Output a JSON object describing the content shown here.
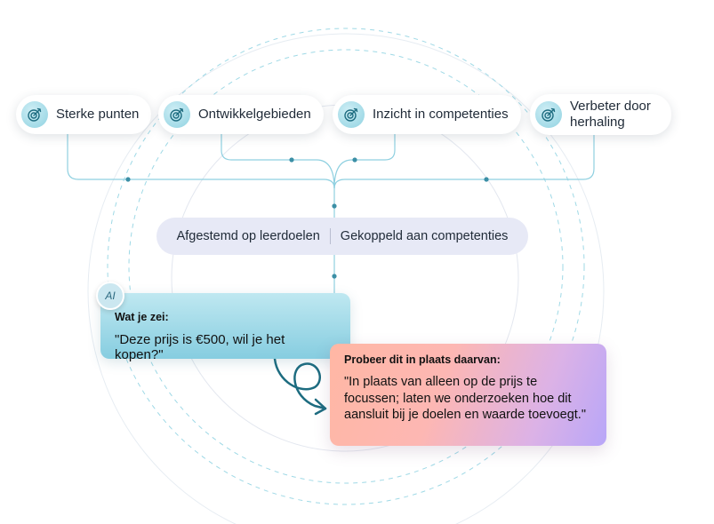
{
  "pills": [
    {
      "label": "Sterke punten",
      "icon": "target-icon"
    },
    {
      "label": "Ontwikkelgebieden",
      "icon": "target-icon"
    },
    {
      "label": "Inzicht in competenties",
      "icon": "target-icon"
    },
    {
      "label": "Verbeter door herhaling",
      "icon": "target-icon"
    }
  ],
  "tags": [
    "Afgestemd op leerdoelen",
    "Gekoppeld aan competenties"
  ],
  "ai_badge": "AI",
  "said": {
    "title": "Wat je zei:",
    "text": "\"Deze prijs is €500, wil je het kopen?\""
  },
  "suggestion": {
    "title": "Probeer dit in plaats daarvan:",
    "text": "\"In plaats van alleen op de prijs te focussen; laten we onderzoeken hoe dit aansluit bij je doelen en waarde toevoegt.\""
  },
  "colors": {
    "accent": "#3c8fa6",
    "connector": "#8fd0e0",
    "tagbar": "#e7e9f6"
  }
}
